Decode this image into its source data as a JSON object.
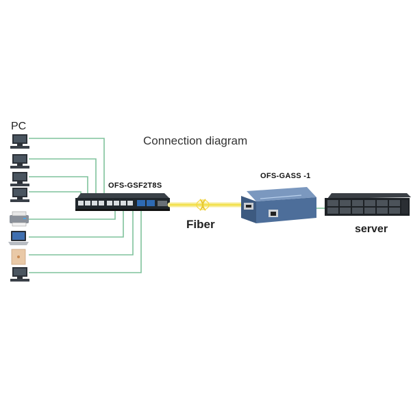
{
  "title": "Connection diagram",
  "labels": {
    "pc": "PC",
    "switch": "OFS-GSF2T8S",
    "fiber": "Fiber",
    "converter": "OFS-GASS -1",
    "server": "server"
  },
  "devices": {
    "left_column": [
      "pc-icon",
      "pc-icon",
      "pc-icon",
      "pc-icon",
      "printer-icon",
      "laptop-icon",
      "access-point-icon",
      "pc-icon"
    ]
  },
  "colors": {
    "cable": "#7fc29b",
    "fiber": "#f2e04a",
    "switch_body": "#20262b",
    "converter_body": "#5f7fa8"
  }
}
